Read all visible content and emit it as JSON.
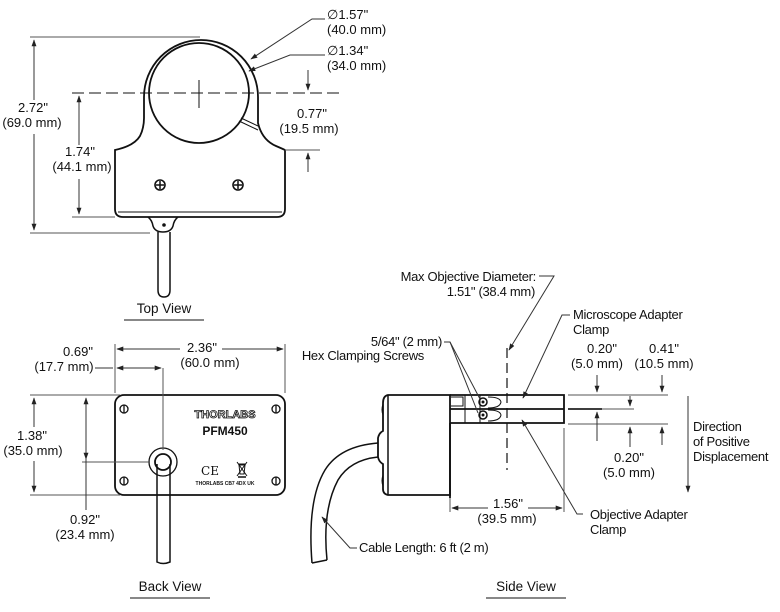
{
  "diagram": {
    "product": {
      "brand": "THORLABS",
      "model": "PFM450",
      "marking": "THORLABS CB7 4DX UK",
      "ce_mark": "CE"
    },
    "views": {
      "top": {
        "title": "Top View",
        "dimensions": {
          "outer_diameter": {
            "in": "∅1.57\"",
            "mm": "(40.0 mm)"
          },
          "inner_diameter": {
            "in": "∅1.34\"",
            "mm": "(34.0 mm)"
          },
          "total_height": {
            "in": "2.72\"",
            "mm": "(69.0 mm)"
          },
          "center_height": {
            "in": "1.74\"",
            "mm": "(44.1 mm)"
          },
          "center_to_shoulder": {
            "in": "0.77\"",
            "mm": "(19.5 mm)"
          }
        }
      },
      "back": {
        "title": "Back View",
        "dimensions": {
          "width": {
            "in": "2.36\"",
            "mm": "(60.0 mm)"
          },
          "cable_offset_x": {
            "in": "0.69\"",
            "mm": "(17.7 mm)"
          },
          "height": {
            "in": "1.38\"",
            "mm": "(35.0 mm)"
          },
          "cable_offset_y": {
            "in": "0.92\"",
            "mm": "(23.4 mm)"
          }
        }
      },
      "side": {
        "title": "Side View",
        "callouts": {
          "max_objective": {
            "line1": "Max Objective Diameter:",
            "line2": "1.51\" (38.4 mm)"
          },
          "hex_screws": {
            "line1": "5/64\" (2 mm)",
            "line2": "Hex Clamping Screws"
          },
          "microscope_clamp": {
            "line1": "Microscope Adapter",
            "line2": "Clamp"
          },
          "objective_clamp": {
            "line1": "Objective Adapter",
            "line2": "Clamp"
          },
          "cable_length": "Cable Length: 6 ft (2 m)",
          "direction": {
            "line1": "Direction",
            "line2": "of Positive",
            "line3": "Displacement"
          }
        },
        "dimensions": {
          "upper_gap": {
            "in": "0.20\"",
            "mm": "(5.0 mm)"
          },
          "total_travel": {
            "in": "0.41\"",
            "mm": "(10.5 mm)"
          },
          "lower_gap": {
            "in": "0.20\"",
            "mm": "(5.0 mm)"
          },
          "clamp_length": {
            "in": "1.56\"",
            "mm": "(39.5 mm)"
          }
        }
      }
    }
  }
}
